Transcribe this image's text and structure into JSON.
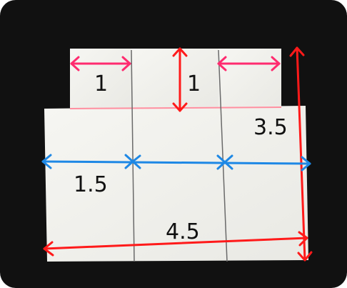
{
  "labels": {
    "top_left_width": "1",
    "top_middle_height": "1",
    "right_total_height": "3.5",
    "bottom_left_width": "1.5",
    "bottom_total_width": "4.5"
  },
  "colors": {
    "background": "#111111",
    "paper": "#f3f3ef",
    "fold_line": "#6a6a6a",
    "arrow_pink": "#ff2b6f",
    "arrow_red": "#ff1a1a",
    "arrow_blue": "#1e88e5"
  }
}
